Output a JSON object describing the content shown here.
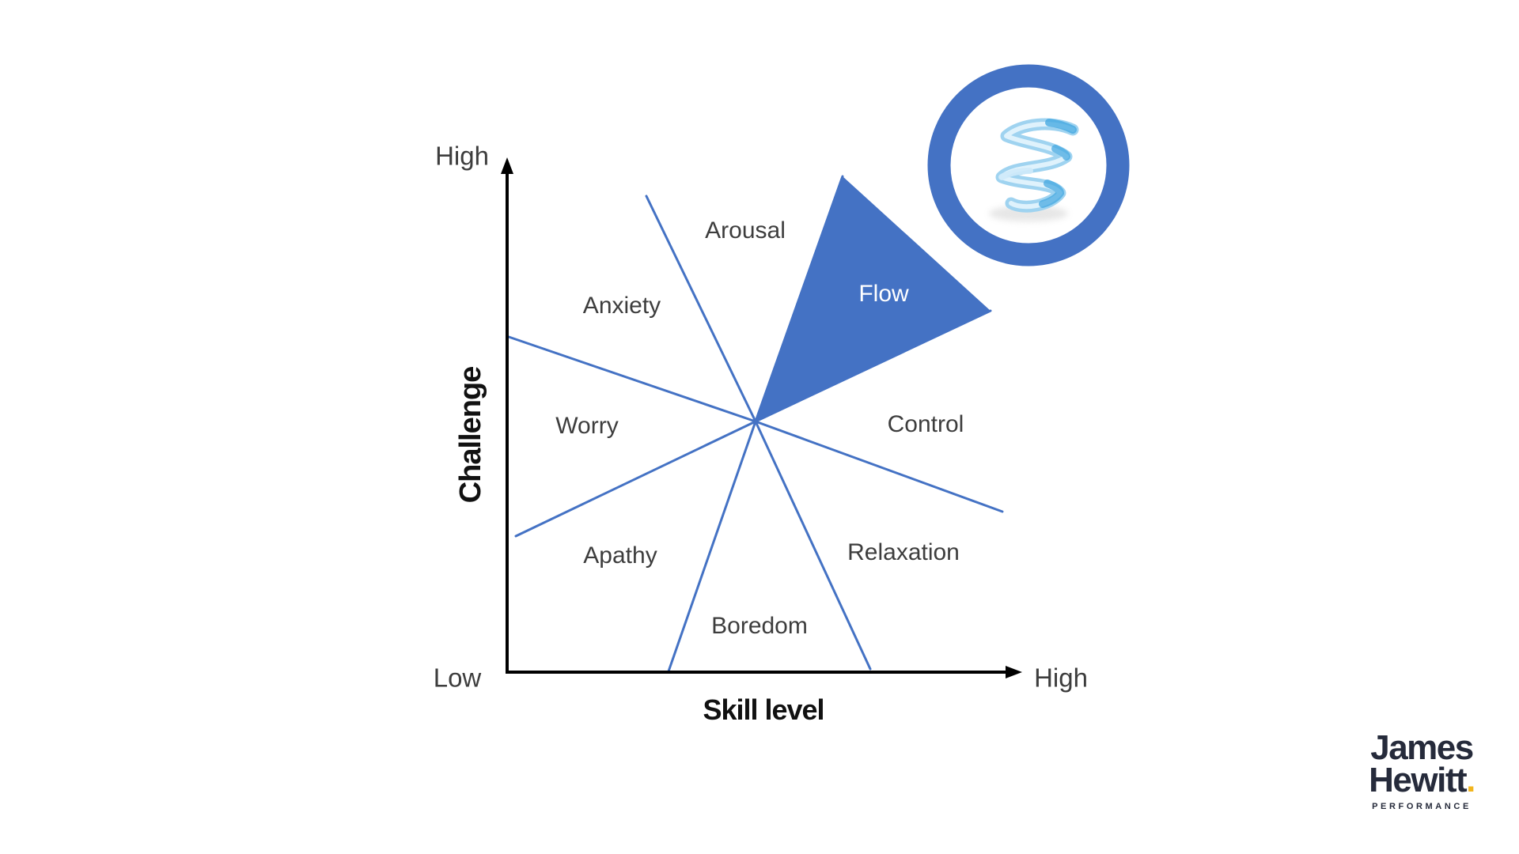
{
  "diagram": {
    "y_axis": {
      "title": "Challenge",
      "top_label": "High",
      "bottom_label": "Low"
    },
    "x_axis": {
      "title": "Skill level",
      "right_label": "High"
    },
    "regions": {
      "arousal": "Arousal",
      "anxiety": "Anxiety",
      "worry": "Worry",
      "apathy": "Apathy",
      "boredom": "Boredom",
      "relaxation": "Relaxation",
      "control": "Control",
      "flow": "Flow"
    },
    "colors": {
      "accent_blue": "#4472C4",
      "label_text": "#3D3D3D",
      "axis_black": "#000000",
      "flow_label_text": "#FFFFFF"
    }
  },
  "logo_badge": {
    "icon": "water-spring-coil-icon",
    "ring_color": "#4472C4"
  },
  "branding": {
    "logo_line1": "James",
    "logo_line2": "Hewitt",
    "logo_dot": ".",
    "logo_subtitle": "PERFORMANCE",
    "navy": "#262B3B",
    "gold": "#F2B51D"
  }
}
